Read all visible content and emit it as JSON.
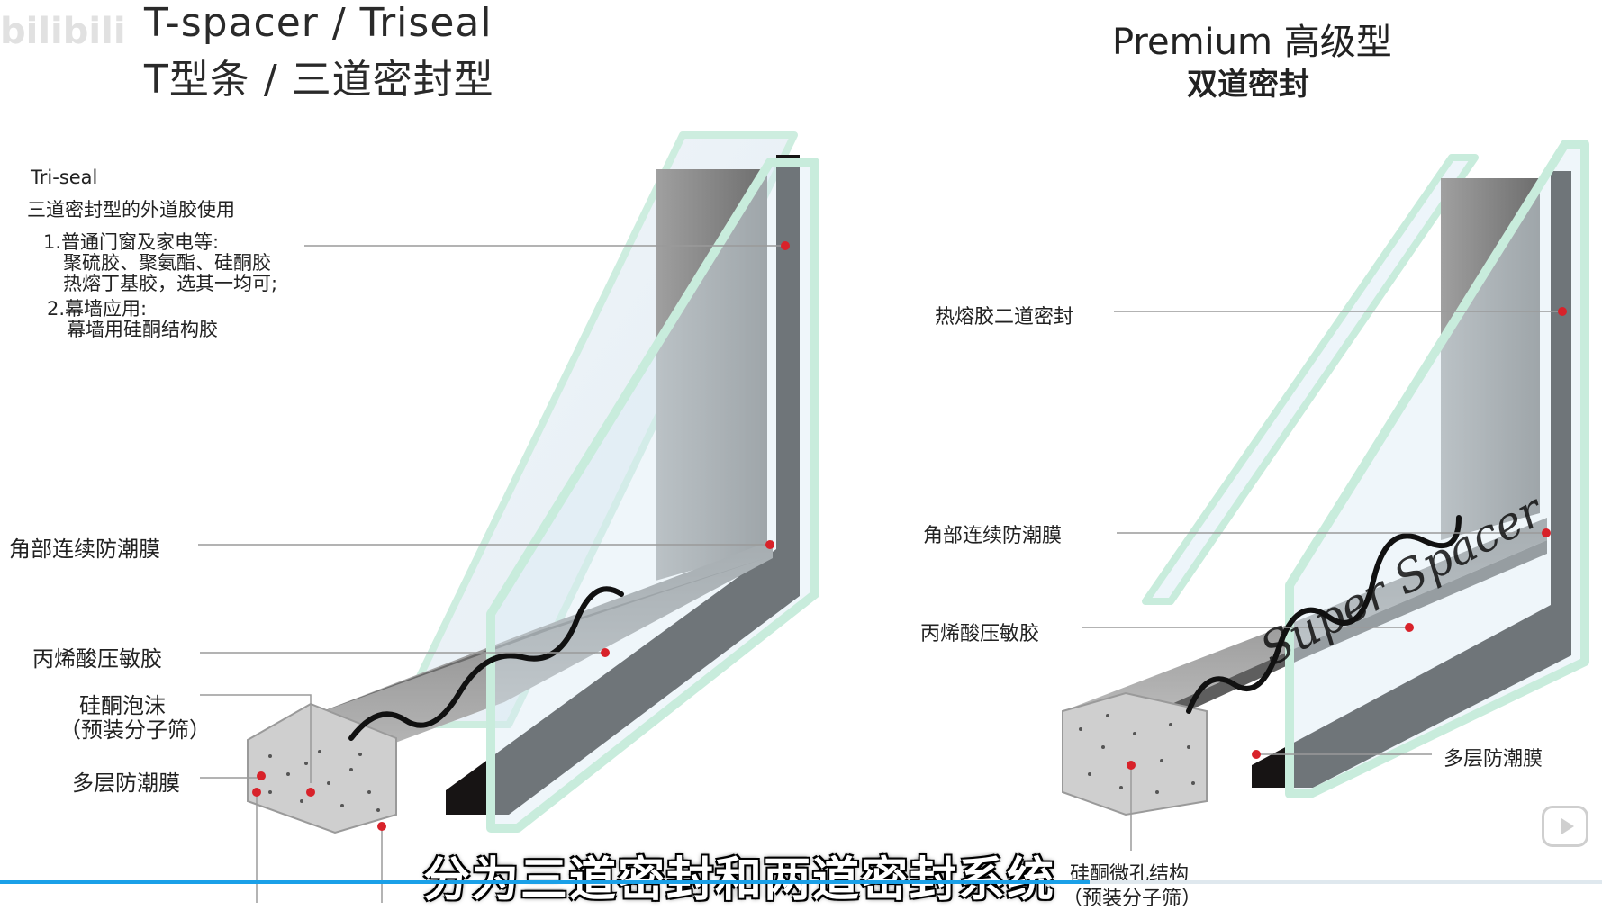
{
  "watermark": "bilibili",
  "subtitle": "分为三道密封和两道密封系统",
  "player": {
    "progress_fraction": 0.68
  },
  "left_panel": {
    "title_en": "T-spacer / Triseal",
    "title_cn": "T型条 / 三道密封型",
    "note": {
      "heading": "Tri-seal",
      "subheading": "三道密封型的外道胶使用",
      "item1_title": "1.普通门窗及家电等:",
      "item1_line1": "聚硫胶、聚氨酯、硅酮胶",
      "item1_line2": "热熔丁基胶，选其一均可;",
      "item2_title": "2.幕墙应用:",
      "item2_line1": "幕墙用硅酮结构胶"
    },
    "labels": {
      "corner_film": "角部连续防潮膜",
      "acrylic_adhesive": "丙烯酸压敏胶",
      "silicone_foam": "硅酮泡沫",
      "desiccant": "（预装分子筛）",
      "multilayer_film": "多层防潮膜"
    }
  },
  "right_panel": {
    "title_en": "Premium 高级型",
    "title_cn": "双道密封",
    "brand_mark": "Super Spacer",
    "labels": {
      "hotmelt_secondary": "热熔胶二道密封",
      "corner_film": "角部连续防潮膜",
      "acrylic_adhesive": "丙烯酸压敏胶",
      "multilayer_film": "多层防潮膜",
      "micro_pore": "硅酮微孔结构",
      "desiccant": "（预装分子筛）"
    }
  },
  "colors": {
    "sealant": "#171414",
    "spacer": "#8a8a8a",
    "glass_edge": "#c8ecdc",
    "marker": "#d8222a",
    "progress": "#1aa0e8"
  }
}
